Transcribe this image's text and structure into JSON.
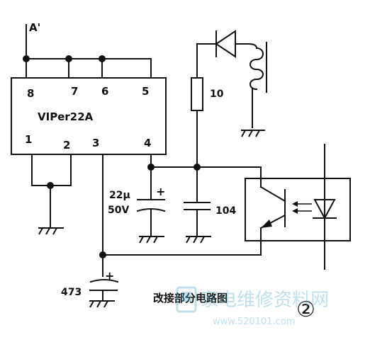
{
  "title": "改接部分电路图",
  "circle_number": "②",
  "node_label": "A'",
  "ic": {
    "name": "VIPer22A",
    "pins": {
      "p1": "1",
      "p2": "2",
      "p3": "3",
      "p4": "4",
      "p5": "5",
      "p6": "6",
      "p7": "7",
      "p8": "8"
    }
  },
  "components": {
    "resistor": "10",
    "cap_electrolytic_value": "22μ",
    "cap_electrolytic_voltage": "50V",
    "cap_ceramic": "104",
    "cap_bottom": "473",
    "plus_sign": "+"
  },
  "watermark": {
    "text": "家电维修资料网",
    "url": "www.520101.com"
  }
}
